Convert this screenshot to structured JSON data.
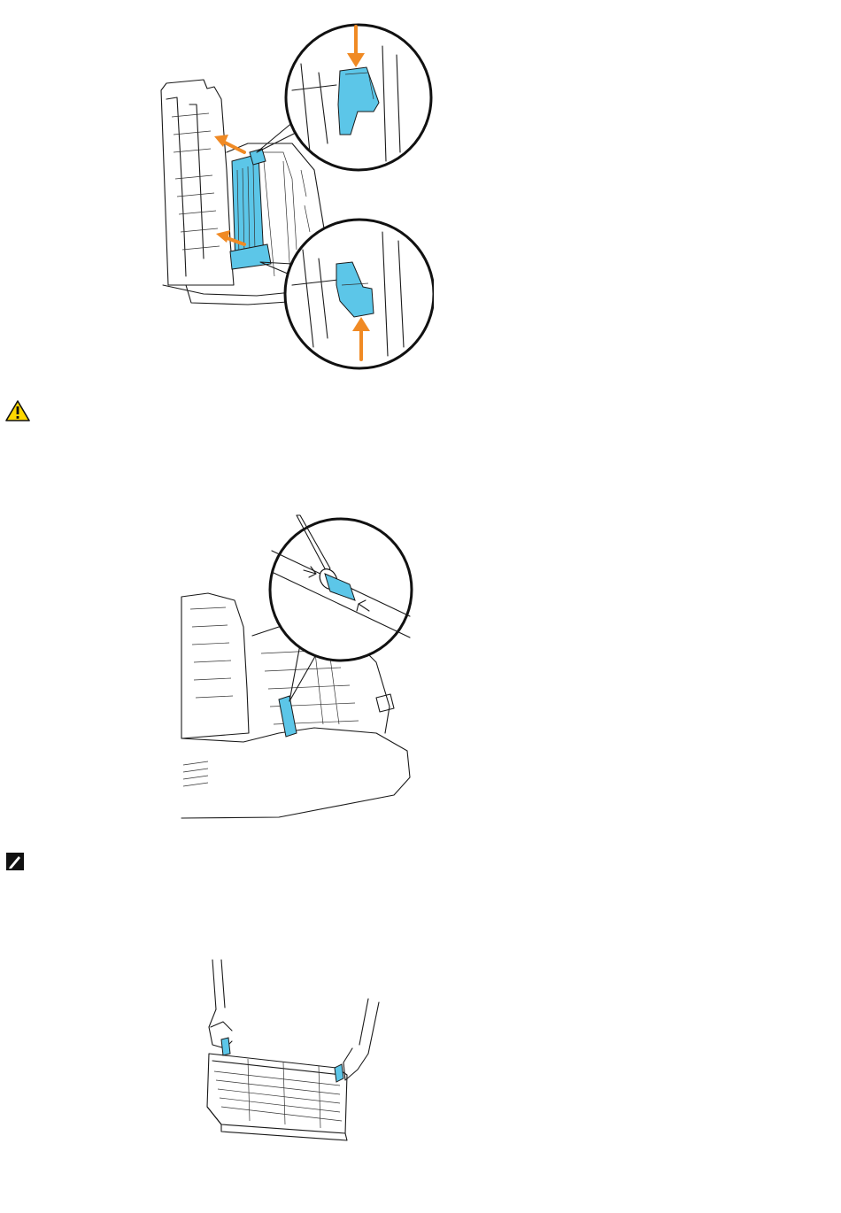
{
  "page": {
    "background": "#ffffff"
  },
  "colors": {
    "part_blue": "#5cc6e8",
    "arrow_orange": "#f08a24",
    "caution_yellow": "#ffd800"
  },
  "icons": {
    "caution": "caution-triangle-icon",
    "note": "note-pencil-icon"
  },
  "figures": [
    {
      "id": "fig1",
      "subject": "fuser-unit-lock-levers"
    },
    {
      "id": "fig2",
      "subject": "clean-sensor-with-swab"
    },
    {
      "id": "fig3",
      "subject": "hold-cartridge-by-handles"
    }
  ]
}
